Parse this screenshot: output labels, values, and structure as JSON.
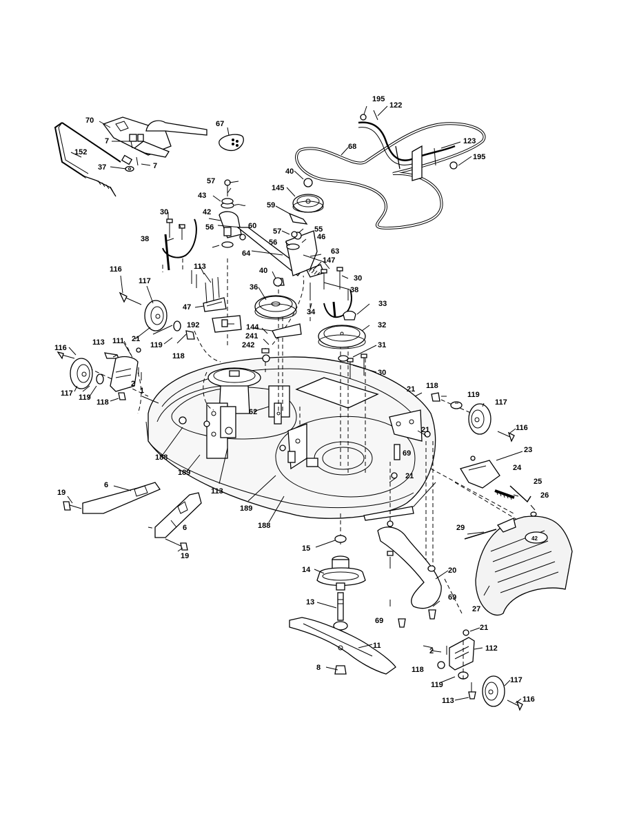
{
  "diagram": {
    "parts": {
      "p1": "1",
      "p2": "2",
      "p6": "6",
      "p7": "7",
      "p8": "8",
      "p11": "11",
      "p13": "13",
      "p14": "14",
      "p15": "15",
      "p19": "19",
      "p20": "20",
      "p21": "21",
      "p23": "23",
      "p24": "24",
      "p25": "25",
      "p26": "26",
      "p27": "27",
      "p29": "29",
      "p30": "30",
      "p31": "31",
      "p32": "32",
      "p33": "33",
      "p34": "34",
      "p36": "36",
      "p37": "37",
      "p38": "38",
      "p40": "40",
      "p42": "42",
      "p43": "43",
      "p46": "46",
      "p47": "47",
      "p55": "55",
      "p56": "56",
      "p57": "57",
      "p59": "59",
      "p60": "60",
      "p62": "62",
      "p63": "63",
      "p64": "64",
      "p67": "67",
      "p68": "68",
      "p69": "69",
      "p70": "70",
      "p111": "111",
      "p112": "112",
      "p113": "113",
      "p116": "116",
      "p117": "117",
      "p118": "118",
      "p119": "119",
      "p122": "122",
      "p123": "123",
      "p144": "144",
      "p145": "145",
      "p147": "147",
      "p152": "152",
      "p188": "188",
      "p189": "189",
      "p192": "192",
      "p195": "195",
      "p241": "241",
      "p242": "242"
    },
    "logo_text": "42"
  }
}
